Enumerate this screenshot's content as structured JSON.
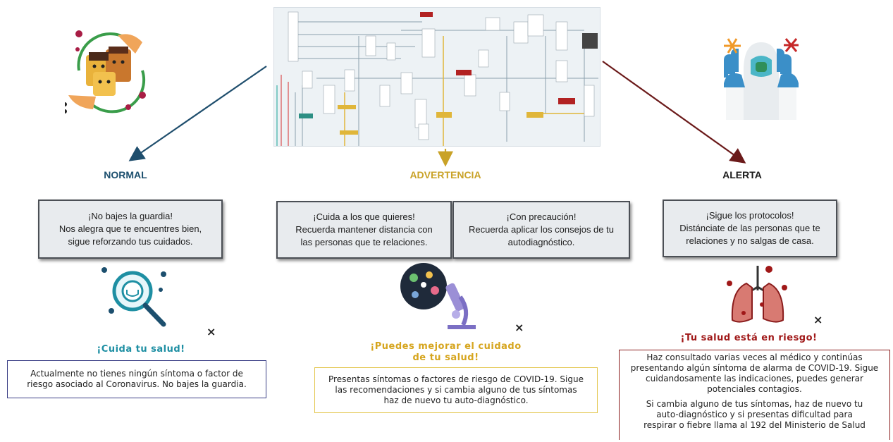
{
  "levels": {
    "normal": {
      "label": "NORMAL",
      "color": "#1c4f6e",
      "message": [
        "¡No bajes la guardia!",
        "Nos alegra que te encuentres bien,",
        "sigue reforzando tus cuidados."
      ],
      "result_title": "¡Cuida tu salud!",
      "result_color": "#1e8fa3",
      "description": [
        "Actualmente no tienes ningún síntoma o factor de",
        "riesgo asociado al Coronavirus. No bajes la guardia."
      ],
      "box_border": "#3b3f86"
    },
    "warning": {
      "label": "ADVERTENCIA",
      "color": "#c9a227",
      "message_a": [
        "¡Cuida a los que quieres!",
        "Recuerda mantener distancia con",
        "las personas que te relaciones."
      ],
      "message_b": [
        "¡Con precaución!",
        "Recuerda aplicar los consejos de tu",
        "autodiagnóstico."
      ],
      "result_title": [
        "¡Puedes mejorar el cuidado",
        "de tu salud!"
      ],
      "result_color": "#d6a51e",
      "description": [
        "Presentas síntomas o factores de riesgo de COVID-19. Sigue",
        "las recomendaciones y si cambia alguno de tus síntomas",
        "haz de nuevo tu auto-diagnóstico."
      ],
      "box_border": "#e3c64d"
    },
    "alert": {
      "label": "ALERTA",
      "color": "#1a1a1a",
      "message": [
        "¡Sigue los protocolos!",
        "Distánciate de las personas que te",
        "relaciones y no salgas de casa."
      ],
      "result_title": "¡Tu salud está en riesgo!",
      "result_color": "#a01818",
      "description": [
        "Haz consultado varias veces al médico y continúas",
        "presentando algún síntoma de alarma de COVID-19. Sigue",
        "cuidandosamente las indicaciones, puedes generar",
        "potenciales contagios."
      ],
      "description_2": [
        "Si cambia alguno de tus síntomas, haz de nuevo tu",
        "auto-diagnóstico y si presentas dificultad para",
        "respirar o fiebre llama al 192 del Ministerio de Salud"
      ],
      "box_border": "#8a1c1c"
    }
  },
  "close_symbol": "×",
  "icons": {
    "normal_top": "family-care-icon",
    "alert_top": "healthcare-worker-icon",
    "normal_result": "magnifier-virus-icon",
    "warning_result": "microscope-icon",
    "alert_result": "lungs-virus-icon",
    "flowchart": "flowchart-thumbnail"
  }
}
